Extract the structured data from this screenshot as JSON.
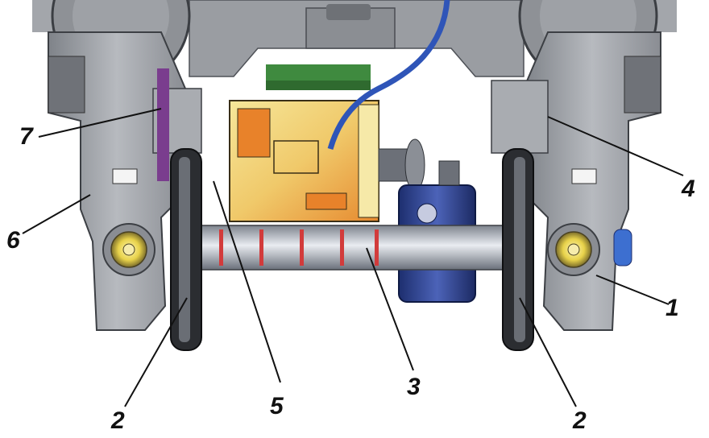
{
  "callouts": [
    {
      "id": "c1",
      "label": "1"
    },
    {
      "id": "c2a",
      "label": "2"
    },
    {
      "id": "c2b",
      "label": "2"
    },
    {
      "id": "c3",
      "label": "3"
    },
    {
      "id": "c4",
      "label": "4"
    },
    {
      "id": "c5",
      "label": "5"
    },
    {
      "id": "c6",
      "label": "6"
    },
    {
      "id": "c7",
      "label": "7"
    }
  ],
  "colors": {
    "frame": "#8e9196",
    "frame_light": "#b9bcc0",
    "frame_dark": "#5d6066",
    "axle": "#b8bcc4",
    "axle_marks": "#d23b3b",
    "gearbox": "#2a3f8f",
    "motor_yellow": "#f3df7c",
    "motor_orange": "#e8822a",
    "wheel": "#222428",
    "cable": "#2f55b8",
    "hub": "#e8d24a"
  }
}
